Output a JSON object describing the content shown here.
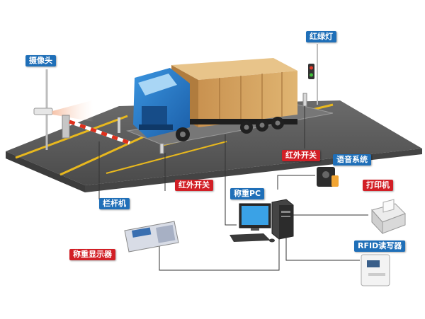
{
  "labels": {
    "camera": "摄像头",
    "traffic_light": "红绿灯",
    "ir_switch_right": "红外开关",
    "ir_switch_center": "红外开关",
    "barrier": "栏杆机",
    "pc": "称重PC",
    "voice": "语音系统",
    "printer": "打印机",
    "rfid": "RFID读写器",
    "display": "称重显示器"
  },
  "colors": {
    "tag_blue": "#1f6fb8",
    "tag_red": "#d21f26",
    "road": "#5c5c5c",
    "lane_line": "#e8b81e",
    "truck_cab": "#2a7fd0",
    "cargo": "#d3a05a",
    "barrier_stripe": "#e0301c"
  }
}
